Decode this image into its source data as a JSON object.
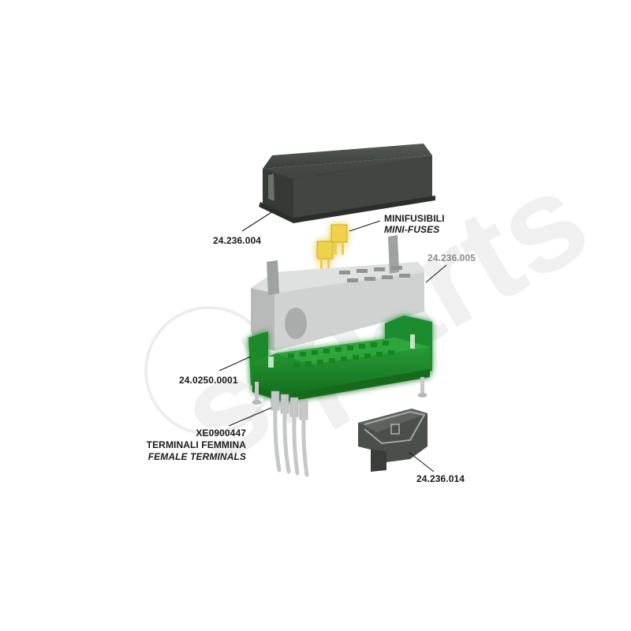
{
  "diagram": {
    "type": "exploded-parts-view",
    "subject": "Fuse box assembly",
    "watermark": "siparts",
    "colors": {
      "cover": "#3d413d",
      "fuse_holder": "#d7d9d8",
      "fuse": "#f0cf3e",
      "terminal_block": "#1f8a2e",
      "bracket": "#4a4e4a",
      "terminals": "#c9cbcb",
      "label_text": "#1a1a1a",
      "leader_line": "#1a1a1a"
    },
    "parts": [
      {
        "id": "cover",
        "part_number": "24.236.004",
        "description": "Cover"
      },
      {
        "id": "mini-fuses",
        "part_number": "",
        "label_it": "MINIFUSIBILI",
        "label_en": "MINI-FUSES"
      },
      {
        "id": "fuse-holder",
        "part_number": "24.236.005",
        "description": "Fuse holder body"
      },
      {
        "id": "terminal-block",
        "part_number": "24.0250.0001",
        "description": "Terminal block"
      },
      {
        "id": "female-terminals",
        "part_number": "XE0900447",
        "label_it": "TERMINALI FEMMINA",
        "label_en": "FEMALE TERMINALS"
      },
      {
        "id": "bracket",
        "part_number": "24.236.014",
        "description": "Mounting bracket"
      }
    ]
  }
}
